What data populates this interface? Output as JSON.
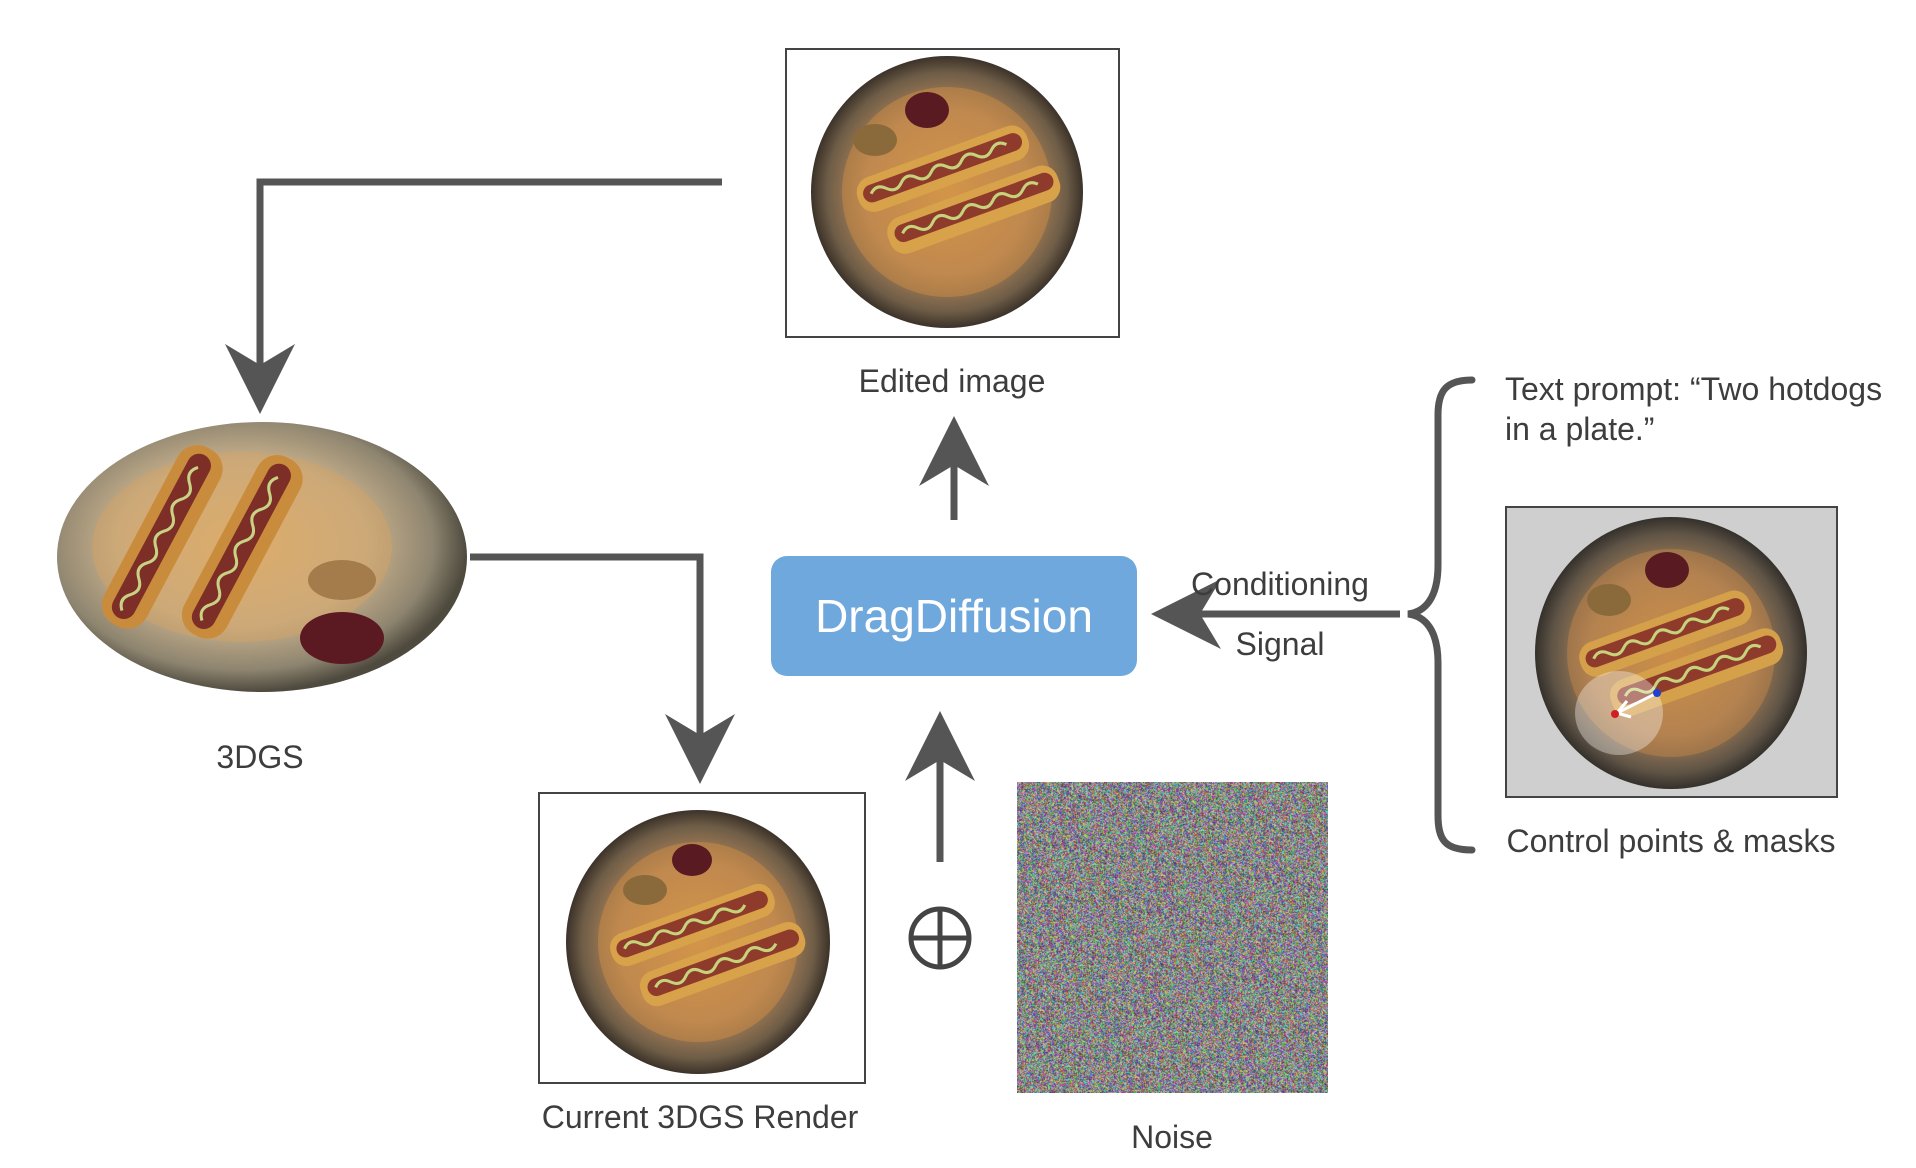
{
  "nodes": {
    "edited_image": {
      "label": "Edited image"
    },
    "scene": {
      "label": "3DGS"
    },
    "current_render": {
      "label": "Current 3DGS Render"
    },
    "model": {
      "label": "DragDiffusion"
    },
    "noise": {
      "label": "Noise"
    },
    "text_prompt": {
      "line1": "Text prompt: “Two hotdogs",
      "line2": "in a plate.”"
    },
    "control": {
      "label": "Control points & masks"
    }
  },
  "edges": {
    "conditioning": {
      "line1": "Conditioning",
      "line2": "Signal"
    }
  },
  "operators": {
    "add_symbol": "⊕"
  },
  "colors": {
    "model_box": "#6fa8dc",
    "arrow": "#555555",
    "text": "#3d3d3d",
    "mask_bg": "#cfcfcf"
  }
}
